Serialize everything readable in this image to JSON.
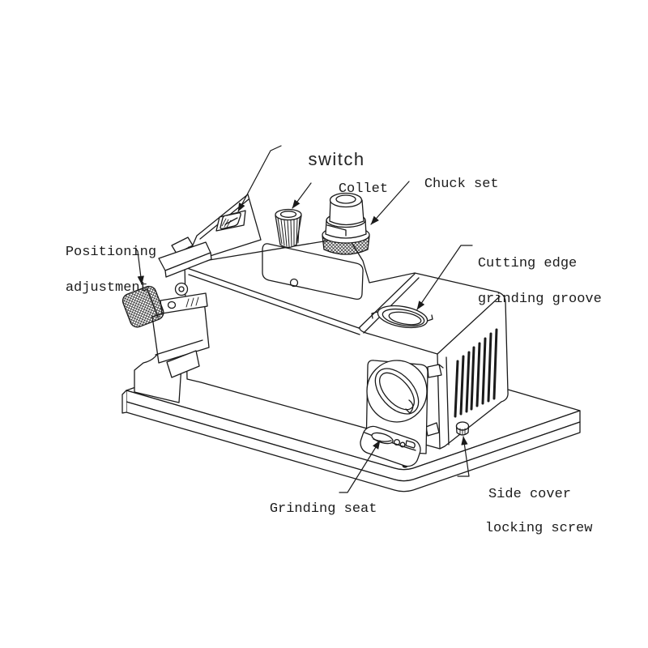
{
  "scene": {
    "background": "#ffffff",
    "line_color": "#1a1a1a",
    "text_color": "#1c1c1c",
    "subject": "drill bit grinder isometric line drawing"
  },
  "labels": {
    "switch": "switch",
    "collet": "Collet",
    "chuck_set": "Chuck set",
    "positioning_line1": "Positioning",
    "positioning_line2": "adjustment",
    "cutting_line1": "Cutting edge",
    "cutting_line2": "grinding groove",
    "grinding_seat": "Grinding seat",
    "side_cover_line1": "Side cover",
    "side_cover_line2": "locking screw"
  }
}
